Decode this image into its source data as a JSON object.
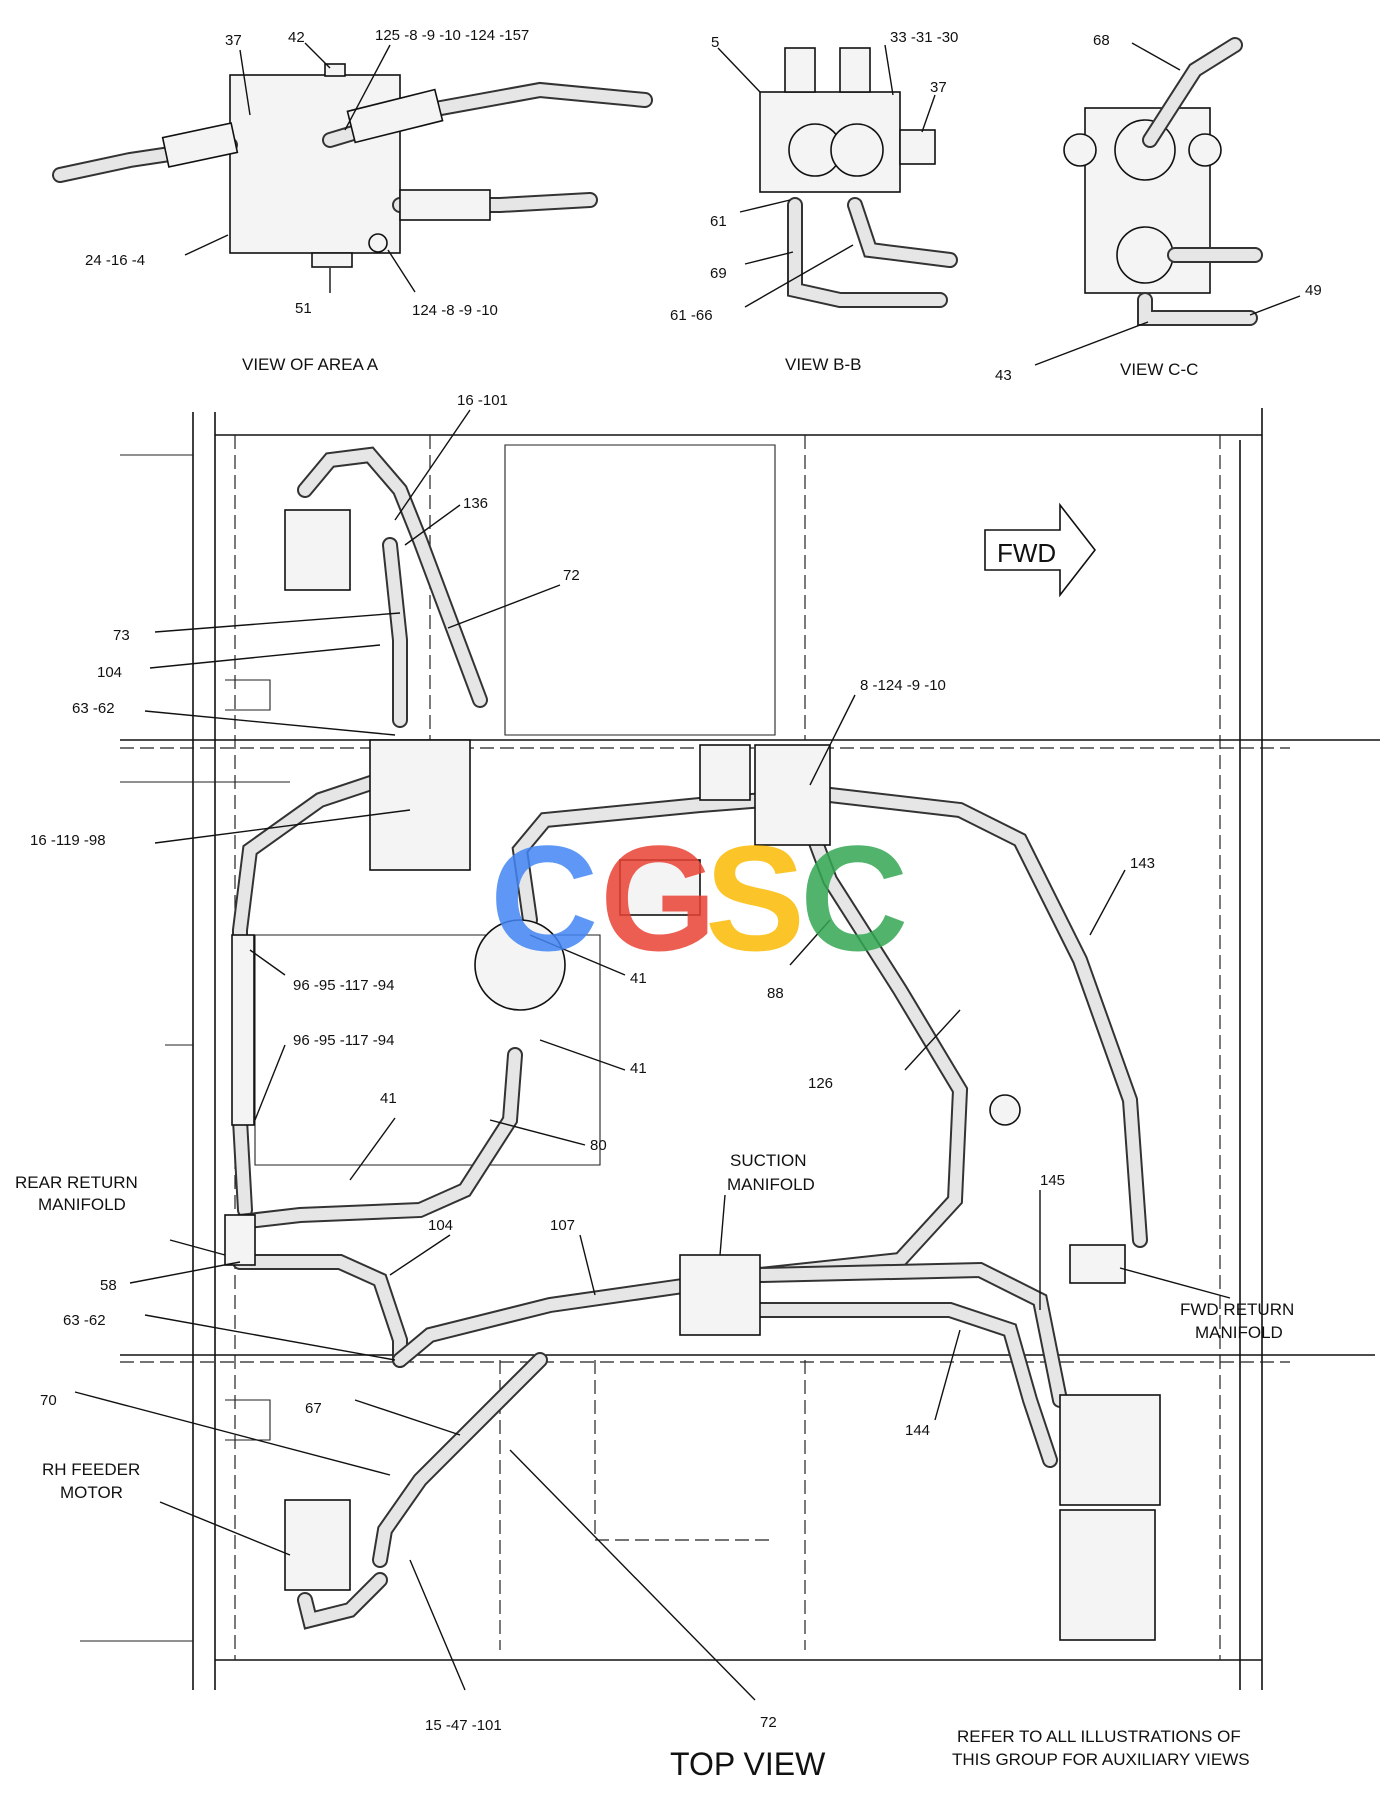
{
  "watermark": {
    "letters": [
      "C",
      "G",
      "S",
      "C"
    ],
    "colors": [
      "#4285F4",
      "#EA4335",
      "#FBBC05",
      "#34A853"
    ]
  },
  "views": {
    "area_a": "VIEW OF AREA A",
    "b_b": "VIEW B-B",
    "c_c": "VIEW C-C",
    "top": "TOP VIEW"
  },
  "fwd_arrow": "FWD",
  "callouts": {
    "a_37": "37",
    "a_42": "42",
    "a_125": "125 -8 -9 -10 -124 -157",
    "a_24": "24 -16 -4",
    "a_51": "51",
    "a_124": "124 -8 -9 -10",
    "b_5": "5",
    "b_33": "33 -31 -30",
    "b_37": "37",
    "b_61": "61",
    "b_69": "69",
    "b_61_66": "61 -66",
    "c_68": "68",
    "c_49": "49",
    "c_43": "43",
    "t_16_101": "16 -101",
    "t_136": "136",
    "t_72a": "72",
    "t_73": "73",
    "t_104a": "104",
    "t_63_62a": "63 -62",
    "t_8_124": "8 -124 -9 -10",
    "t_16_119": "16 -119 -98",
    "t_143": "143",
    "t_41a": "41",
    "t_88": "88",
    "t_96a": "96 -95 -117 -94",
    "t_96b": "96 -95 -117 -94",
    "t_41b": "41",
    "t_126": "126",
    "t_41c": "41",
    "t_80": "80",
    "t_145": "145",
    "t_104b": "104",
    "t_107": "107",
    "t_58": "58",
    "t_63_62b": "63 -62",
    "t_70": "70",
    "t_67": "67",
    "t_144": "144",
    "t_15_47": "15 -47 -101",
    "t_72b": "72"
  },
  "names": {
    "suction_1": "SUCTION",
    "suction_2": "MANIFOLD",
    "rear_1": "REAR RETURN",
    "rear_2": "MANIFOLD",
    "fwd_1": "FWD RETURN",
    "fwd_2": "MANIFOLD",
    "rh_1": "RH FEEDER",
    "rh_2": "MOTOR"
  },
  "note": {
    "line1": "REFER TO ALL ILLUSTRATIONS OF",
    "line2": "THIS GROUP FOR AUXILIARY VIEWS"
  }
}
